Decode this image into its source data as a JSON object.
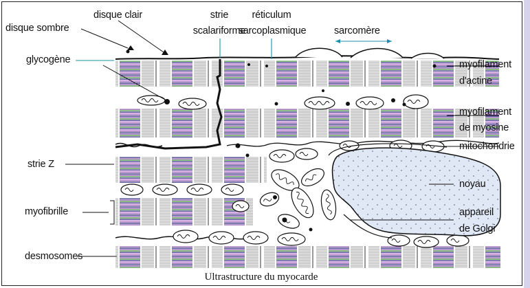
{
  "labels": {
    "disque_sombre": "disque sombre",
    "disque_clair": "disque clair",
    "strie_scalariforme_1": "strie",
    "strie_scalariforme_2": "scalariforme",
    "reticulum_1": "réticulum",
    "reticulum_2": "sarcoplasmique",
    "sarcomere": "sarcomère",
    "glycogene": "glycogène",
    "myofilament_actine_1": "myofilament",
    "myofilament_actine_2": "d'actine",
    "myofilament_myosine_1": "myofilament",
    "myofilament_myosine_2": "de myosine",
    "mitochondrie": "mitochondrie",
    "strie_z": "strie Z",
    "noyau": "noyau",
    "myofibrille": "myofibrille",
    "golgi_1": "appareil",
    "golgi_2": "de Golgi",
    "desmosomes": "desmosomes"
  },
  "caption": "Ultrastructure du myocarde",
  "colors": {
    "band_dark": "#3b3b8a",
    "band_mid": "#8f5fae",
    "band_light": "#c58ad8",
    "band_green": "#4e9a4a",
    "nucleus_fill": "#dfe8f4",
    "leader_accent": "#1a8fb0",
    "side_band": "#d7d3ec"
  }
}
